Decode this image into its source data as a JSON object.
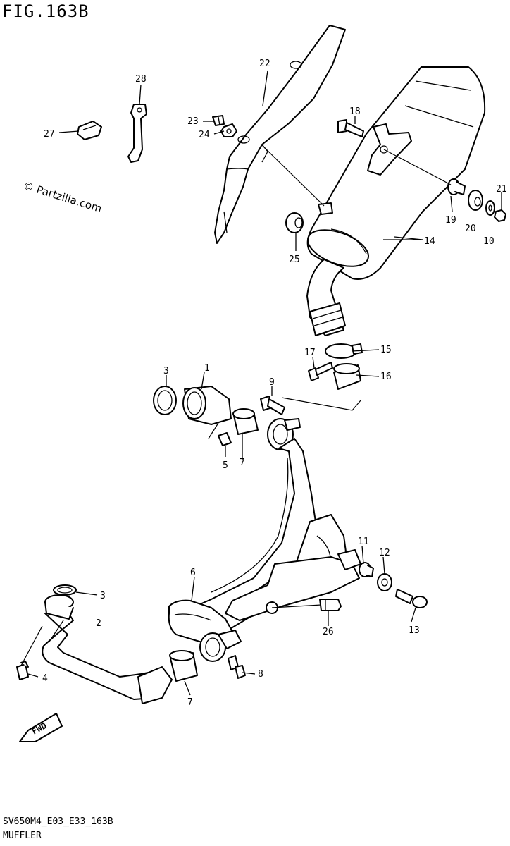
{
  "figure_title": "FIG.163B",
  "watermark": "© Partzilla.com",
  "diagram_code": "SV650M4_E03_E33_163B",
  "caption": "MUFFLER",
  "fwd_label": "FWD",
  "callouts": {
    "c1": "1",
    "c2": "2",
    "c3a": "3",
    "c3b": "3",
    "c4": "4",
    "c5": "5",
    "c6": "6",
    "c7a": "7",
    "c7b": "7",
    "c8": "8",
    "c9": "9",
    "c10": "10",
    "c11": "11",
    "c12": "12",
    "c13": "13",
    "c14": "14",
    "c15": "15",
    "c16": "16",
    "c17": "17",
    "c18": "18",
    "c19": "19",
    "c20": "20",
    "c21": "21",
    "c22": "22",
    "c23": "23",
    "c24": "24",
    "c25": "25",
    "c26": "26",
    "c27": "27",
    "c28": "28"
  }
}
